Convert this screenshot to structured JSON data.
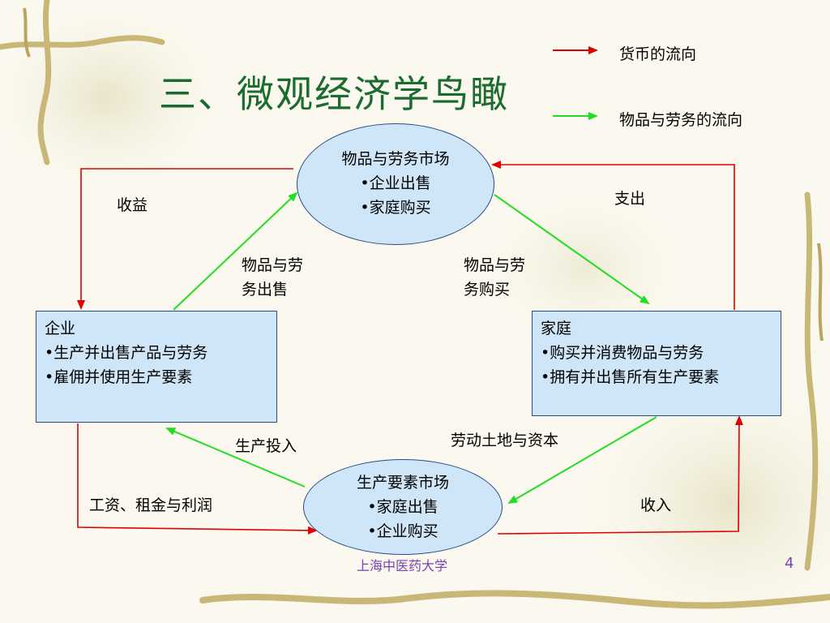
{
  "title": "三、微观经济学鸟瞰",
  "legend": {
    "money": {
      "label": "货币的流向",
      "color": "#e00000"
    },
    "goods": {
      "label": "物品与劳务的流向",
      "color": "#22dd22"
    }
  },
  "goods_market": {
    "title": "物品与劳务市场",
    "line1": "•企业出售",
    "line2": "•家庭购买"
  },
  "factor_market": {
    "title": "生产要素市场",
    "line1": "•家庭出售",
    "line2": "•企业购买"
  },
  "firms": {
    "title": "企业",
    "line1": "•生产并出售产品与劳务",
    "line2": "•雇佣并使用生产要素"
  },
  "households": {
    "title": "家庭",
    "line1": "•购买并消费物品与劳务",
    "line2": "•拥有并出售所有生产要素"
  },
  "flows": {
    "revenue": "收益",
    "spending": "支出",
    "goods_sold_1": "物品与劳",
    "goods_sold_2": "务出售",
    "goods_bought_1": "物品与劳",
    "goods_bought_2": "务购买",
    "inputs": "生产投入",
    "labor_land_capital": "劳动土地与资本",
    "wages": "工资、租金与利润",
    "income": "收入"
  },
  "footer": {
    "text": "上海中医药大学",
    "page": "4"
  }
}
